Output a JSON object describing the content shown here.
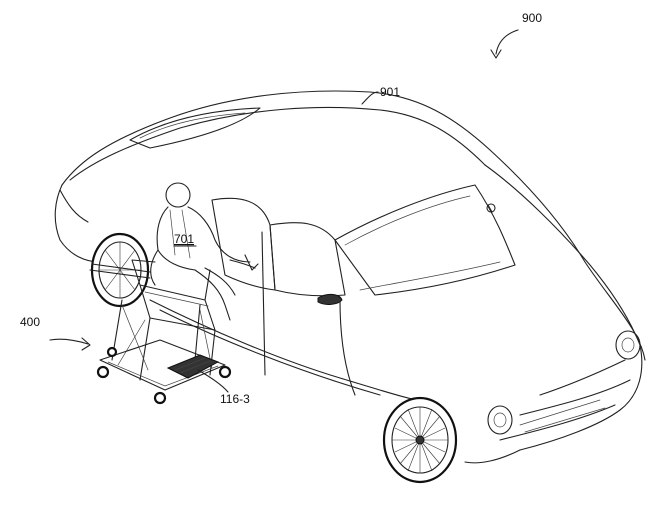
{
  "figure": {
    "labels": {
      "system": "900",
      "vehicle": "901",
      "occupant": "701",
      "lift_device": "400",
      "footplate": "116-3"
    }
  }
}
